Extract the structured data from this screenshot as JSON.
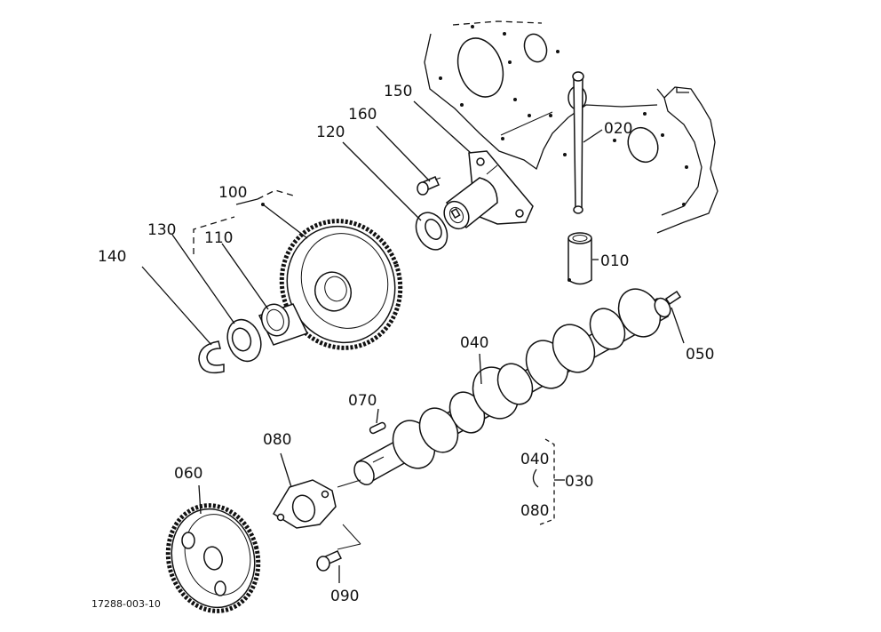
{
  "diagram": {
    "drawing_number": "17288-003-10",
    "callouts": {
      "p010": "010",
      "p020": "020",
      "p030": "030",
      "p040": "040",
      "p050": "050",
      "p060": "060",
      "p070": "070",
      "p080": "080",
      "p090": "090",
      "p100": "100",
      "p110": "110",
      "p120": "120",
      "p130": "130",
      "p140": "140",
      "p150": "150",
      "p160": "160"
    },
    "assembly_note": {
      "top": "040",
      "bottom": "080",
      "total": "030"
    }
  }
}
